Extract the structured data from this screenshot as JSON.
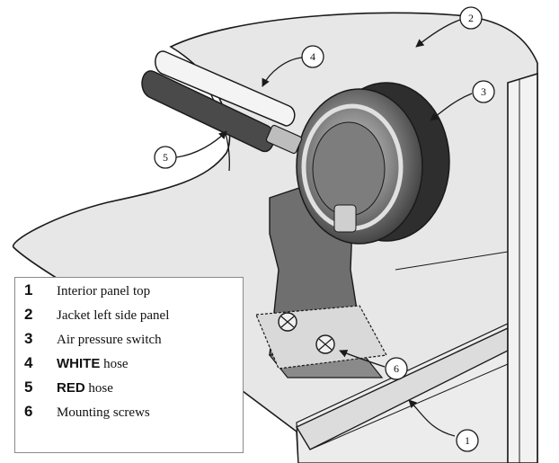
{
  "callouts": [
    "1",
    "2",
    "3",
    "4",
    "5",
    "6"
  ],
  "legend": {
    "items": [
      {
        "number": "1",
        "text": "Interior panel top"
      },
      {
        "number": "2",
        "text": "Jacket left side panel"
      },
      {
        "number": "3",
        "text": "Air pressure switch"
      },
      {
        "number": "4",
        "strong": "WHITE",
        "text": " hose"
      },
      {
        "number": "5",
        "strong": "RED",
        "text": " hose"
      },
      {
        "number": "6",
        "text": "Mounting screws"
      }
    ]
  },
  "colors": {
    "panel": "#e7e7e7",
    "line": "#1a1a1a",
    "switch_dark": "#333333",
    "bracket": "#6f6f6f",
    "white_hose": "#f4f4f4",
    "red_hose": "#4a4a4a"
  }
}
